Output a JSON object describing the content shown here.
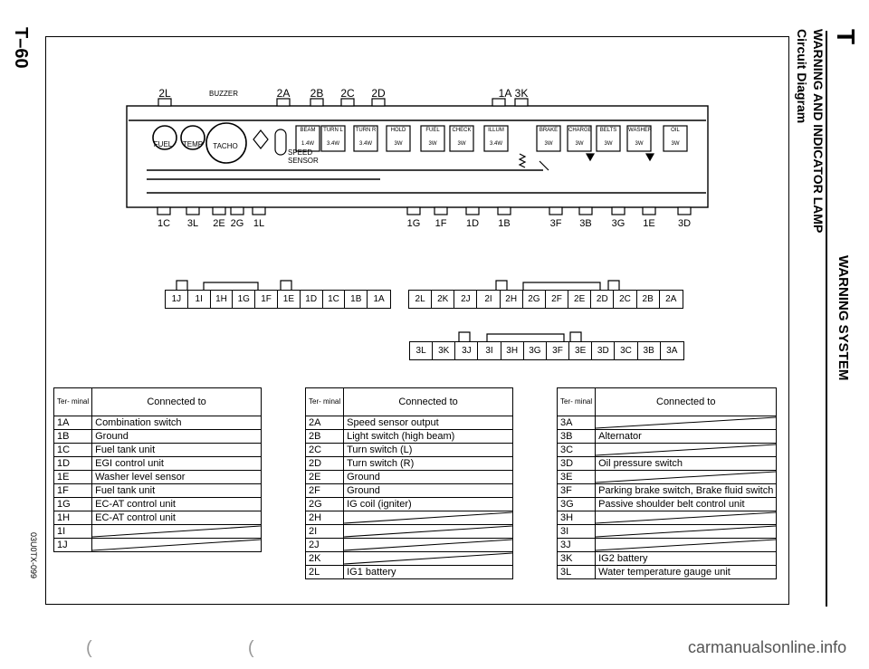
{
  "page_number": "T–60",
  "side_code": "03U0TX-099",
  "section_letter": "T",
  "header_title_1": "WARNING AND INDICATOR LAMP",
  "header_title_2": "Circuit Diagram",
  "section_title": "WARNING SYSTEM",
  "watermark": "carmanualsonline.info",
  "marks": "(                               (",
  "diagram": {
    "top_connectors": [
      "2L",
      "BUZZER",
      "2A",
      "2B",
      "2C",
      "2D",
      "1A",
      "3K"
    ],
    "bottom_connectors": [
      "1C",
      "3L",
      "2E",
      "2G",
      "1L",
      "1G",
      "1F",
      "1D",
      "1B",
      "3F",
      "3B",
      "3G",
      "1E",
      "3D"
    ],
    "gauges": [
      "FUEL",
      "TEMP",
      "TACHO"
    ],
    "speed_sensor": "SPEED SENSOR",
    "lamps": [
      {
        "name": "BEAM",
        "watt": "1.4W"
      },
      {
        "name": "TURN L",
        "watt": "3.4W"
      },
      {
        "name": "TURN R",
        "watt": "3.4W"
      },
      {
        "name": "HOLD",
        "watt": "3W"
      },
      {
        "name": "FUEL",
        "watt": "3W"
      },
      {
        "name": "CHECK",
        "watt": "3W"
      },
      {
        "name": "ILLUM",
        "watt": "3.4W"
      },
      {
        "name": "BRAKE",
        "watt": "3W"
      },
      {
        "name": "CHARGE",
        "watt": "3W"
      },
      {
        "name": "BELTS",
        "watt": "3W"
      },
      {
        "name": "WASHER",
        "watt": "3W"
      },
      {
        "name": "OIL",
        "watt": "3W"
      }
    ]
  },
  "connector_rows": {
    "row1": [
      "1J",
      "1I",
      "1H",
      "1G",
      "1F",
      "1E",
      "1D",
      "1C",
      "1B",
      "1A"
    ],
    "row2": [
      "2L",
      "2K",
      "2J",
      "2I",
      "2H",
      "2G",
      "2F",
      "2E",
      "2D",
      "2C",
      "2B",
      "2A"
    ],
    "row3": [
      "3L",
      "3K",
      "3J",
      "3I",
      "3H",
      "3G",
      "3F",
      "3E",
      "3D",
      "3C",
      "3B",
      "3A"
    ]
  },
  "tables": [
    {
      "header_terminal": "Ter- minal",
      "header_connected": "Connected to",
      "rows": [
        {
          "t": "1A",
          "c": "Combination switch"
        },
        {
          "t": "1B",
          "c": "Ground"
        },
        {
          "t": "1C",
          "c": "Fuel tank unit"
        },
        {
          "t": "1D",
          "c": "EGI control unit"
        },
        {
          "t": "1E",
          "c": "Washer level sensor"
        },
        {
          "t": "1F",
          "c": "Fuel tank unit"
        },
        {
          "t": "1G",
          "c": "EC-AT control unit"
        },
        {
          "t": "1H",
          "c": "EC-AT control unit"
        },
        {
          "t": "1I",
          "c": ""
        },
        {
          "t": "1J",
          "c": ""
        }
      ]
    },
    {
      "header_terminal": "Ter- minal",
      "header_connected": "Connected to",
      "rows": [
        {
          "t": "2A",
          "c": "Speed sensor output"
        },
        {
          "t": "2B",
          "c": "Light switch (high beam)"
        },
        {
          "t": "2C",
          "c": "Turn switch (L)"
        },
        {
          "t": "2D",
          "c": "Turn switch (R)"
        },
        {
          "t": "2E",
          "c": "Ground"
        },
        {
          "t": "2F",
          "c": "Ground"
        },
        {
          "t": "2G",
          "c": "IG coil (igniter)"
        },
        {
          "t": "2H",
          "c": ""
        },
        {
          "t": "2I",
          "c": ""
        },
        {
          "t": "2J",
          "c": ""
        },
        {
          "t": "2K",
          "c": ""
        },
        {
          "t": "2L",
          "c": "IG1 battery"
        }
      ]
    },
    {
      "header_terminal": "Ter- minal",
      "header_connected": "Connected to",
      "rows": [
        {
          "t": "3A",
          "c": ""
        },
        {
          "t": "3B",
          "c": "Alternator"
        },
        {
          "t": "3C",
          "c": ""
        },
        {
          "t": "3D",
          "c": "Oil pressure switch"
        },
        {
          "t": "3E",
          "c": ""
        },
        {
          "t": "3F",
          "c": "Parking brake switch, Brake fluid switch"
        },
        {
          "t": "3G",
          "c": "Passive shoulder belt control unit"
        },
        {
          "t": "3H",
          "c": ""
        },
        {
          "t": "3I",
          "c": ""
        },
        {
          "t": "3J",
          "c": ""
        },
        {
          "t": "3K",
          "c": "IG2 battery"
        },
        {
          "t": "3L",
          "c": "Water temperature gauge unit"
        }
      ]
    }
  ]
}
